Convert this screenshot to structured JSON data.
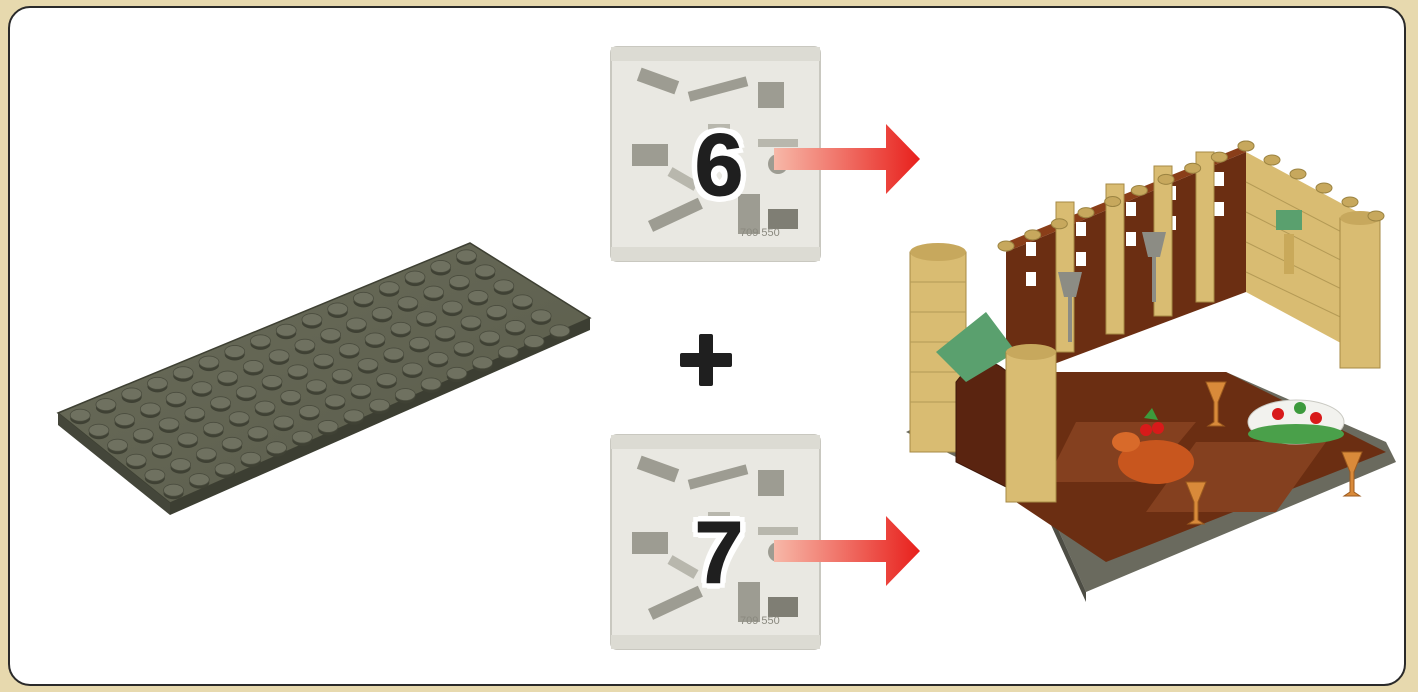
{
  "step": {
    "bag_top_number": "6",
    "bag_bottom_number": "7",
    "bag_print_label": "709 550"
  },
  "colors": {
    "frame_border": "#e7d9ae",
    "baseplate": "#5b5d4c",
    "arrow_start": "#f7b8a8",
    "arrow_end": "#e8201c",
    "bag_fill": "#e9e8e2",
    "wall_tan": "#d9bc72",
    "wall_brown": "#6b2e12",
    "floor_dark": "#6a6a5e"
  },
  "icons": {
    "baseplate": "lego-baseplate-icon",
    "bag": "parts-bag-icon",
    "arrow": "right-arrow-icon",
    "plus": "plus-icon",
    "model": "castle-kitchen-model-icon"
  }
}
